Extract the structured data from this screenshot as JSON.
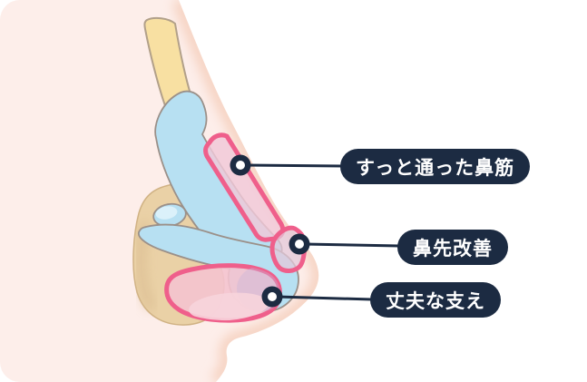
{
  "callouts": {
    "bridge": {
      "label": "すっと通った鼻筋"
    },
    "tip": {
      "label": "鼻先改善"
    },
    "support": {
      "label": "丈夫な支え"
    }
  },
  "icons": {
    "anchor_dot": "ring-dot (navy circle with white center)"
  },
  "colors": {
    "background": "#ffffff",
    "navy": "#1c2b42",
    "pill_text": "#ffffff",
    "skin": "#fdeeea",
    "skin_shadow": "#f6d3c2",
    "bone": "#f8e0a2",
    "bone_outline": "#b2a089",
    "cartilage": "#b7e0f2",
    "cartilage_highlight": "#dbf1fa",
    "cartilage_outline": "#9b9089",
    "tissue": "#ead1a6",
    "tissue_outline": "#d0b284",
    "tissue_shade": "#d8b98e",
    "highlight": "#ef5f8b",
    "implant_fill": "#f0c8d8",
    "graft_fill": "#e3c8da",
    "support_fill": "#f4c3cf",
    "support_inner": "#f7d4db",
    "overlap_tint": "#c9b4da",
    "dot_center": "#ffffff"
  }
}
